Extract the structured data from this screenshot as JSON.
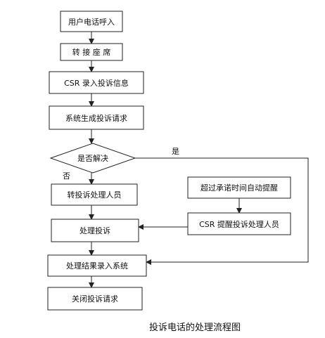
{
  "flowchart": {
    "nodes": [
      {
        "id": "call_in",
        "label": "用户电话呼入"
      },
      {
        "id": "transfer_seat",
        "label": "转 接 座 席"
      },
      {
        "id": "csr_record",
        "label": "CSR 录入投诉信息"
      },
      {
        "id": "gen_request",
        "label": "系统生成投诉请求"
      },
      {
        "id": "resolved",
        "label": "是否解决"
      },
      {
        "id": "to_handler",
        "label": "转投诉处理人员"
      },
      {
        "id": "handle",
        "label": "处理投诉"
      },
      {
        "id": "timeout_remind",
        "label": "超过承诺时间自动提醒"
      },
      {
        "id": "csr_remind",
        "label": "CSR 提醒投诉处理人员"
      },
      {
        "id": "record_result",
        "label": "处理结果录入系统"
      },
      {
        "id": "close",
        "label": "关闭投诉请求"
      }
    ],
    "branches": {
      "yes": "是",
      "no": "否"
    },
    "caption": "投诉电话的处理流程图"
  },
  "colors": {
    "stroke": "#222222",
    "fill": "#ffffff",
    "text": "#111111"
  }
}
